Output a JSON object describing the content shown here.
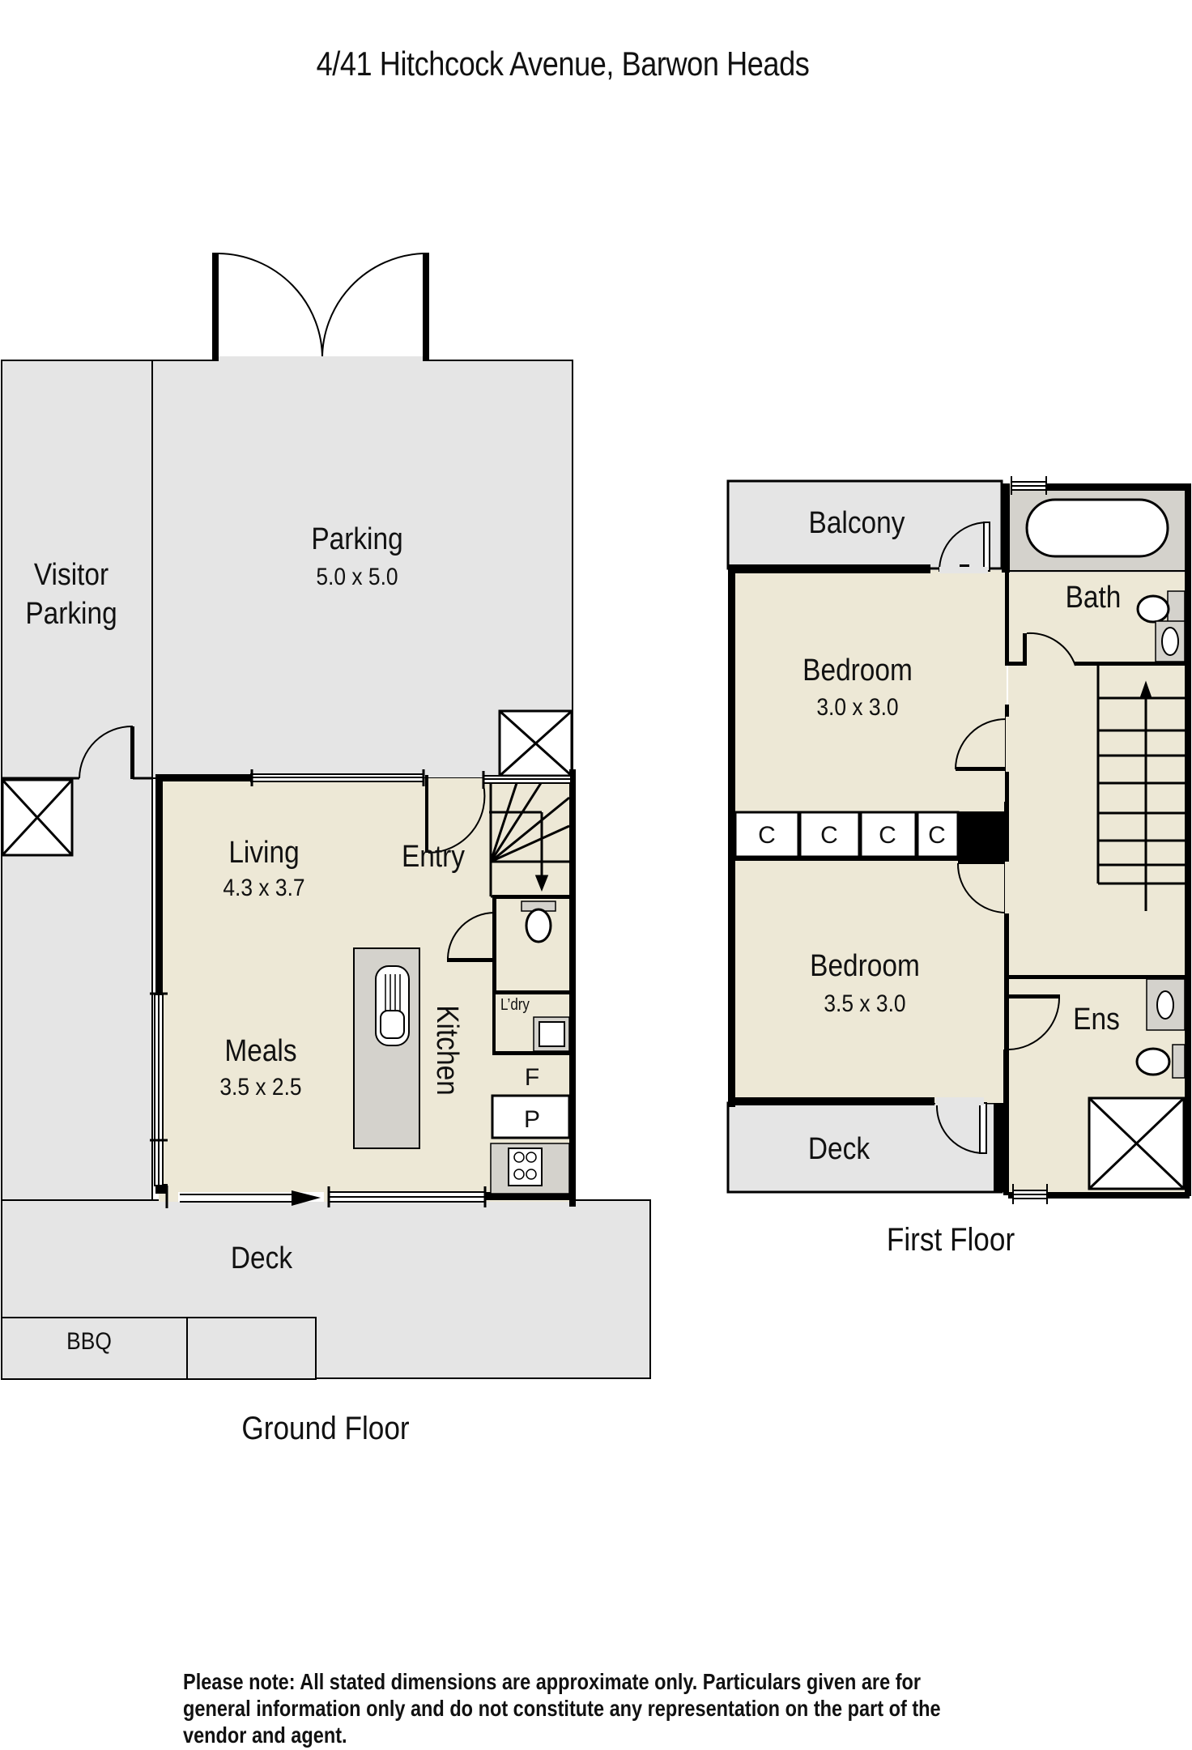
{
  "title": "4/41 Hitchcock Avenue, Barwon Heads",
  "ground_floor": {
    "label": "Ground Floor",
    "rooms": {
      "visitor_parking": "Visitor\nParking",
      "visitor_parking_line1": "Visitor",
      "visitor_parking_line2": "Parking",
      "parking": "Parking",
      "parking_dim": "5.0 x 5.0",
      "living": "Living",
      "living_dim": "4.3 x 3.7",
      "entry": "Entry",
      "meals": "Meals",
      "meals_dim": "3.5 x 2.5",
      "kitchen": "Kitchen",
      "laundry": "L’dry",
      "fridge": "F",
      "pantry": "P",
      "deck": "Deck",
      "bbq": "BBQ"
    }
  },
  "first_floor": {
    "label": "First Floor",
    "rooms": {
      "balcony": "Balcony",
      "bath": "Bath",
      "bedroom1": "Bedroom",
      "bedroom1_dim": "3.0 x 3.0",
      "bedroom2": "Bedroom",
      "bedroom2_dim": "3.5 x 3.0",
      "ensuite": "Ens",
      "deck": "Deck",
      "closets": [
        "C",
        "C",
        "C",
        "C"
      ]
    }
  },
  "disclaimer": "Please note:  All stated dimensions are approximate only. Particulars given are for general information only and do not constitute any representation on the part of the vendor and agent.",
  "colors": {
    "outdoor": "#e5e5e5",
    "indoor": "#ede8d6",
    "fixture": "#d4d2cc",
    "wall": "#000000"
  }
}
